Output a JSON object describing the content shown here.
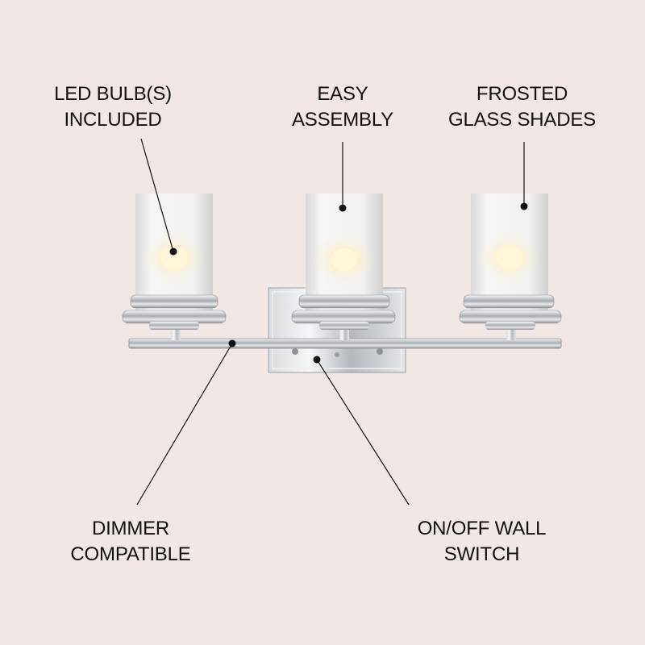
{
  "callouts": {
    "led": {
      "line1": "LED BULB(S)",
      "line2": "INCLUDED"
    },
    "easy": {
      "line1": "EASY",
      "line2": "ASSEMBLY"
    },
    "glass": {
      "line1": "FROSTED",
      "line2": "GLASS SHADES"
    },
    "dimmer": {
      "line1": "DIMMER",
      "line2": "COMPATIBLE"
    },
    "switch": {
      "line1": "ON/OFF WALL",
      "line2": "SWITCH"
    }
  },
  "colors": {
    "background": "#f1e8e5",
    "text": "#111111",
    "chrome": "#b9bdc2",
    "glass": "#f3f2f0",
    "bulb_glow": "#fff2cc"
  }
}
